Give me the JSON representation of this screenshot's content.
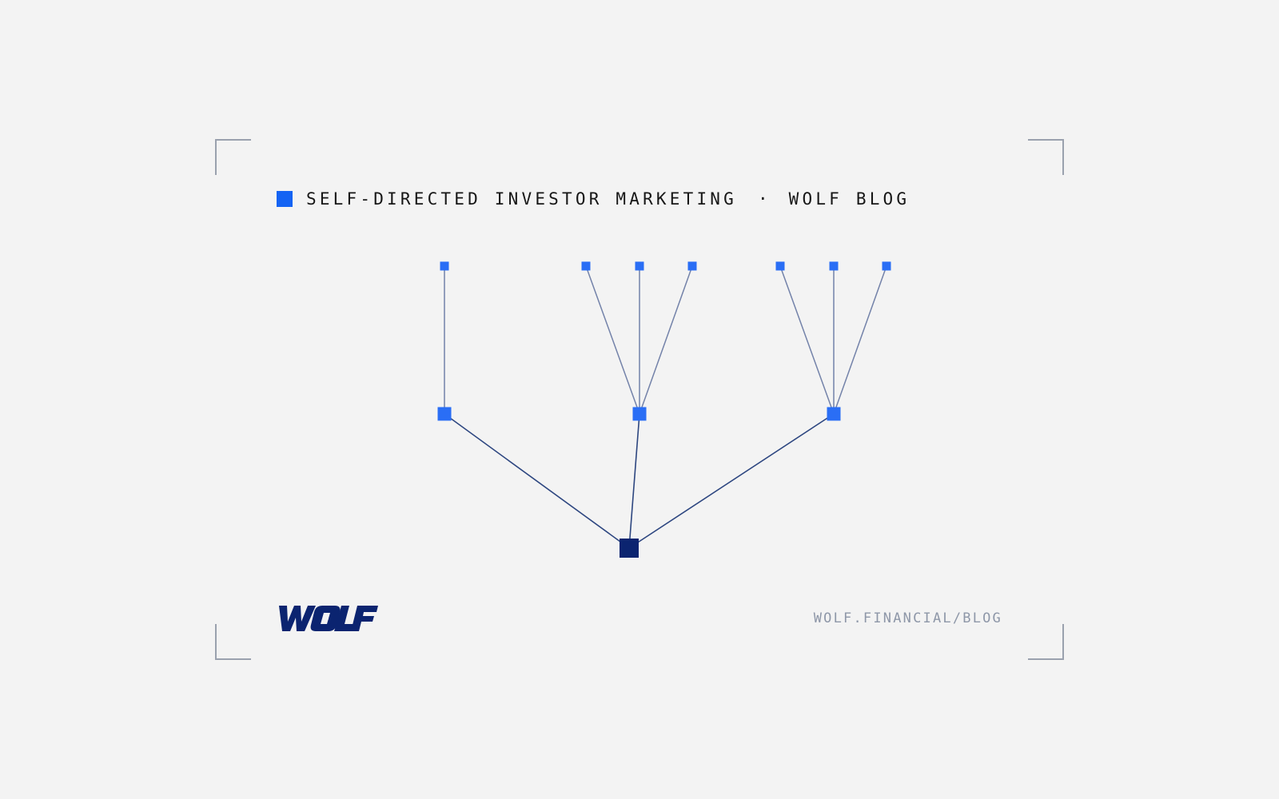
{
  "header": {
    "category": "SELF-DIRECTED INVESTOR MARKETING",
    "separator": "·",
    "source": "WOLF BLOG"
  },
  "footer": {
    "brand": "WOLF",
    "url": "WOLF.FINANCIAL/BLOG"
  },
  "colors": {
    "background": "#f3f3f3",
    "accent": "#1463f3",
    "node_leaf": "#2a6ef5",
    "node_root": "#0b2470",
    "edge_primary": "#2d4680",
    "edge_secondary": "#7382a9",
    "frame": "#8e97a8"
  },
  "diagram": {
    "type": "tree",
    "root": "root",
    "nodes": [
      "root",
      "branch-1",
      "branch-2",
      "branch-3",
      "leaf-1-1",
      "leaf-2-1",
      "leaf-2-2",
      "leaf-2-3",
      "leaf-3-1",
      "leaf-3-2",
      "leaf-3-3"
    ],
    "edges": [
      [
        "root",
        "branch-1"
      ],
      [
        "root",
        "branch-2"
      ],
      [
        "root",
        "branch-3"
      ],
      [
        "branch-1",
        "leaf-1-1"
      ],
      [
        "branch-2",
        "leaf-2-1"
      ],
      [
        "branch-2",
        "leaf-2-2"
      ],
      [
        "branch-2",
        "leaf-2-3"
      ],
      [
        "branch-3",
        "leaf-3-1"
      ],
      [
        "branch-3",
        "leaf-3-2"
      ],
      [
        "branch-3",
        "leaf-3-3"
      ]
    ]
  }
}
